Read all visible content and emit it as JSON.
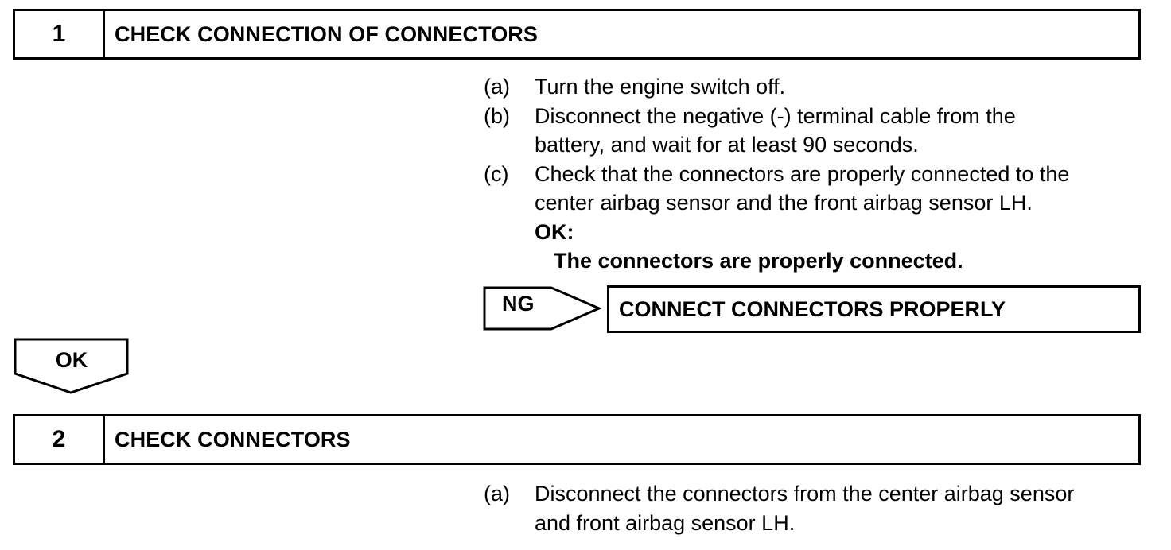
{
  "step1": {
    "number": "1",
    "title": "CHECK CONNECTION OF CONNECTORS",
    "instructions": [
      {
        "letter": "(a)",
        "lines": [
          "Turn the engine switch off."
        ]
      },
      {
        "letter": "(b)",
        "lines": [
          "Disconnect the negative (-) terminal cable from the",
          "battery, and wait for at least 90 seconds."
        ]
      },
      {
        "letter": "(c)",
        "lines": [
          "Check that the connectors are properly connected to the",
          "center airbag sensor and the front airbag sensor LH."
        ]
      }
    ],
    "ok_label": "OK:",
    "ok_detail": "The connectors are properly connected.",
    "ng_label": "NG",
    "ng_action": "CONNECT CONNECTORS PROPERLY"
  },
  "flow_ok_label": "OK",
  "step2": {
    "number": "2",
    "title": "CHECK CONNECTORS",
    "instructions": [
      {
        "letter": "(a)",
        "lines": [
          "Disconnect the connectors from the center airbag sensor",
          "and front airbag sensor LH."
        ]
      }
    ]
  }
}
